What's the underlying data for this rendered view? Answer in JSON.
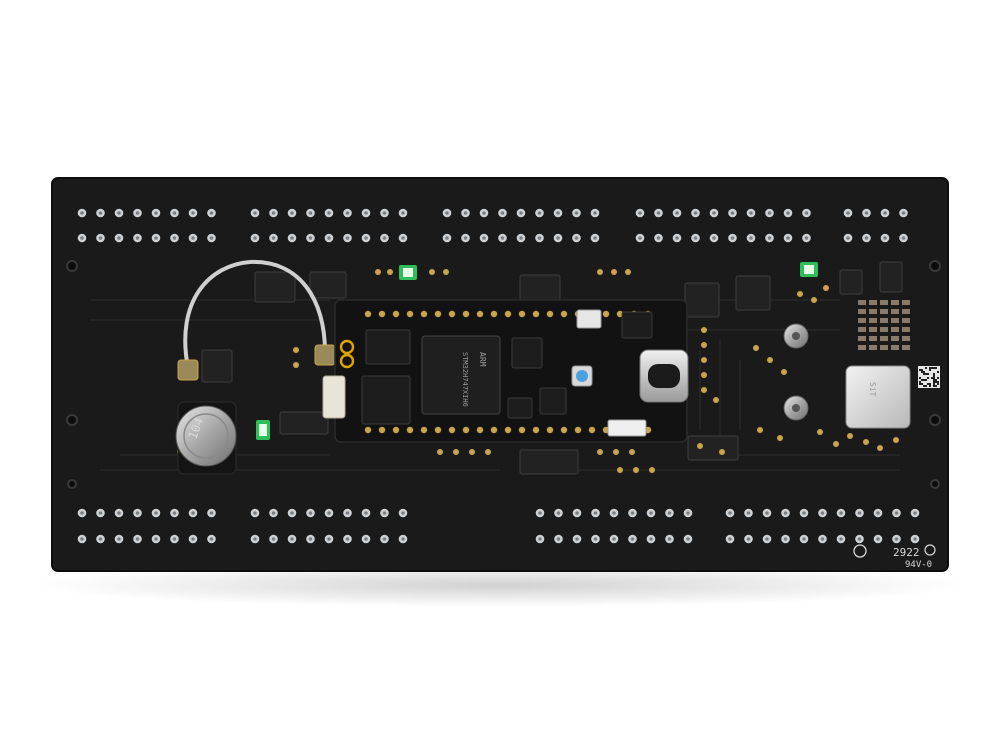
{
  "photo": {
    "description_free": true,
    "colors": {
      "background": "#ffffff",
      "pcb": "#1a1a1a",
      "pcb_edge": "#101010",
      "silkscreen": "#d9d9d9",
      "pad_silver": "#cfd2d4",
      "pad_gold": "#c9a44a",
      "led_green": "#2fbf5a",
      "module": "#121212"
    }
  },
  "board": {
    "marking_code": "2922",
    "rating": "94V-0"
  },
  "coin_cell": {
    "label": "104"
  },
  "crystal": {
    "label": "SiT"
  },
  "mcu": {
    "line1": "STM32H747XIH6",
    "line2": "ARM"
  }
}
